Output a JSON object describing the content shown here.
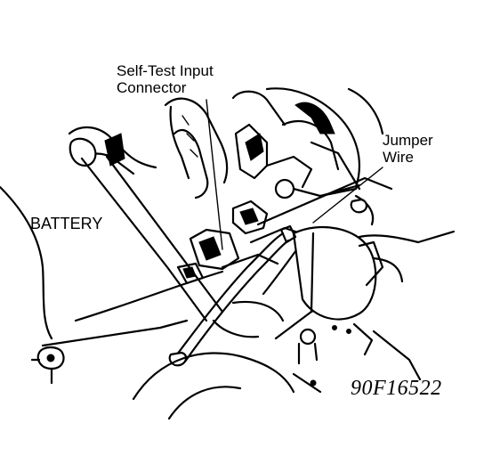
{
  "labels": {
    "self_test_line1": "Self-Test Input",
    "self_test_line2": "Connector",
    "battery": "BATTERY",
    "jumper_line1": "Jumper",
    "jumper_line2": "Wire",
    "figure_code": "90F16522"
  },
  "icons": [
    "battery-outline",
    "self-test-input-connector",
    "jumper-wire",
    "engine-component",
    "hose",
    "bolt"
  ]
}
